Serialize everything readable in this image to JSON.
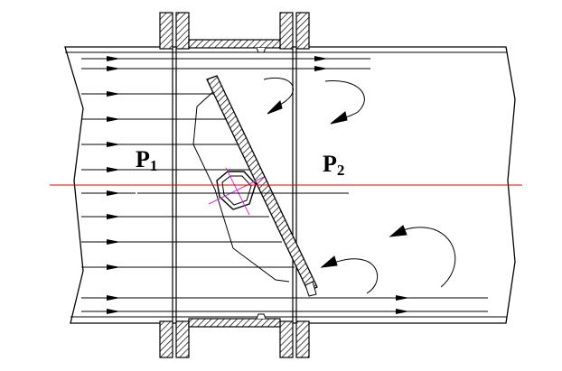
{
  "labels": {
    "p1_main": "P",
    "p1_sub": "1",
    "p2_main": "P",
    "p2_sub": "2"
  },
  "colors": {
    "line": "#000000",
    "centerline": "#e00000",
    "bolt_mark": "#cc33cc",
    "background": "#ffffff"
  },
  "icons": {
    "flow_arrow": "arrow-right-icon",
    "vortex": "curved-arrow-icon",
    "hex_nut": "hexagon-icon"
  }
}
